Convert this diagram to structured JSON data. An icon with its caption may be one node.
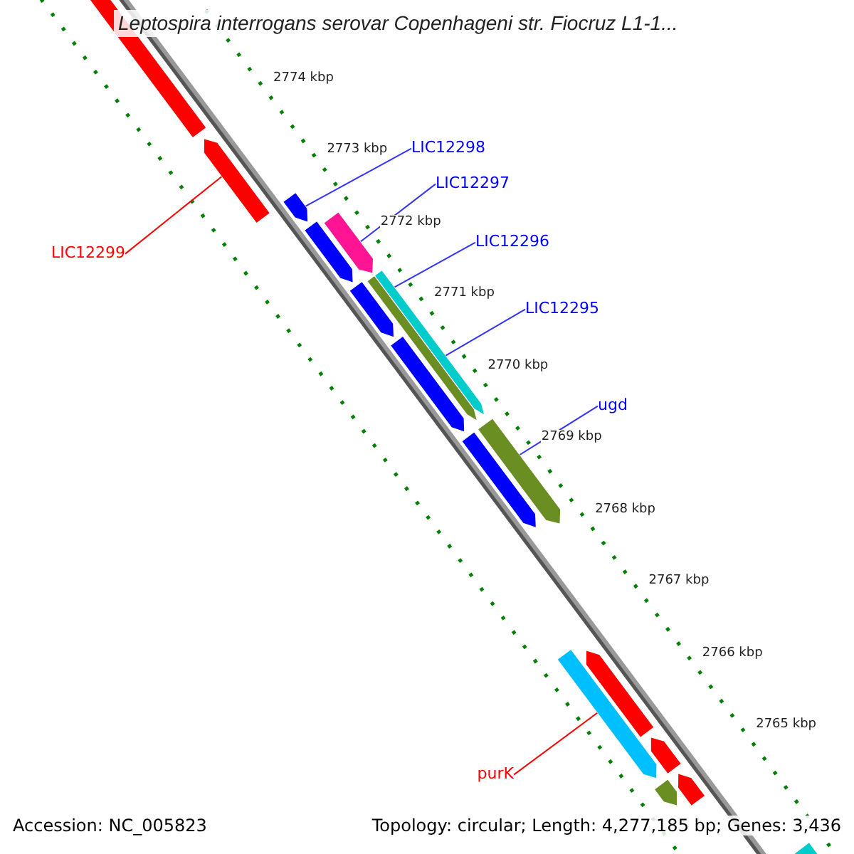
{
  "diagram": {
    "title": "Leptospira interrogans serovar Copenhageni str. Fiocruz L1-1...",
    "nodes": [
      {
        "text": [
          "LIC12298"
        ]
      },
      {
        "text": [
          "LIC12297"
        ]
      },
      {
        "text": [
          "LIC12296"
        ]
      },
      {
        "text": [
          "LIC12299"
        ]
      },
      {
        "text": [
          "LIC12295"
        ]
      },
      {
        "text": [
          "ugd"
        ]
      },
      {
        "text": [
          "purK"
        ]
      },
      {
        "text": [],
        "shape": "bar"
      },
      {
        "text": [],
        "shape": "bar"
      },
      {
        "text": [],
        "shape": "bar"
      },
      {
        "text": [],
        "shape": "bar"
      },
      {
        "text": [],
        "shape": "bar"
      },
      {
        "text": [],
        "shape": "bar"
      },
      {
        "text": [],
        "shape": "bar"
      },
      {
        "text": [],
        "shape": "bar"
      },
      {
        "text": [],
        "shape": "bar"
      },
      {
        "text": [],
        "shape": "bar"
      },
      {
        "text": [],
        "shape": "bar"
      },
      {
        "text": [],
        "shape": "bar"
      },
      {
        "text": [],
        "shape": "bar"
      },
      {
        "text": [],
        "shape": "bar"
      },
      {
        "text": [],
        "shape": "bar"
      },
      {
        "text": [],
        "shape": "bar"
      },
      {
        "text": [],
        "shape": "bar"
      }
    ],
    "edges": [
      {
        "from": 0,
        "to": 9,
        "arrow": "none"
      },
      {
        "from": 1,
        "to": 11,
        "arrow": "none"
      },
      {
        "from": 2,
        "to": 14,
        "arrow": "none"
      },
      {
        "from": 3,
        "to": 8,
        "arrow": "none",
        "color": "#ff0000"
      },
      {
        "from": 4,
        "to": 14,
        "arrow": "none"
      },
      {
        "from": 5,
        "to": 17,
        "arrow": "none"
      },
      {
        "from": 6,
        "to": 18,
        "arrow": "none",
        "color": "#ff0000"
      }
    ],
    "labels": [
      "2774 kbp",
      "2773 kbp",
      "2772 kbp",
      "2771 kbp",
      "2770 kbp",
      "2769 kbp",
      "2768 kbp",
      "2767 kbp",
      "2766 kbp",
      "2765 kbp",
      "Accession: NC_005823",
      "Topology: circular; Length: 4,277,185 bp; Genes: 3,436"
    ]
  }
}
